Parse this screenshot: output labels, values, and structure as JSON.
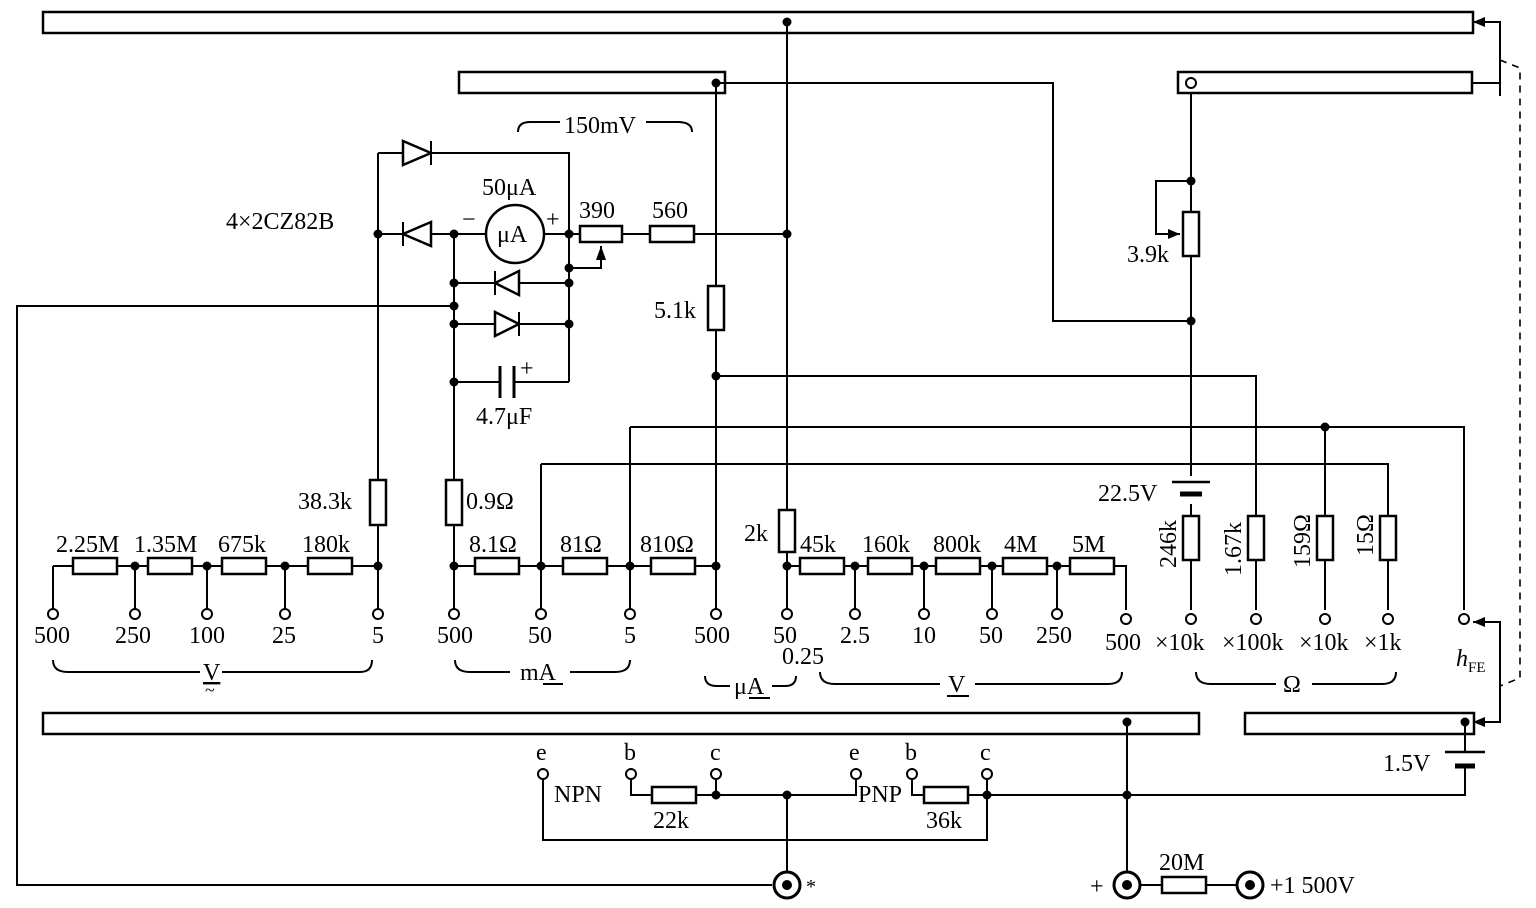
{
  "labels": {
    "voltage_150": "150mV",
    "meter_range": "50μA",
    "meter_symbol": "μA",
    "meter_minus": "−",
    "meter_plus": "+",
    "diodes": "4×2CZ82B",
    "r390": "390",
    "r560": "560",
    "r5_1k": "5.1k",
    "r3_9k": "3.9k",
    "cap_plus": "+",
    "cap_value": "4.7μF",
    "r38_3k": "38.3k",
    "r0_9": "0.9Ω",
    "r2k": "2k",
    "battery_22_5": "22.5V",
    "battery_1_5": "1.5V",
    "r2_25M": "2.25M",
    "r1_35M": "1.35M",
    "r675k": "675k",
    "r180k": "180k",
    "r8_1": "8.1Ω",
    "r81": "81Ω",
    "r810": "810Ω",
    "r45k": "45k",
    "r160k": "160k",
    "r800k": "800k",
    "r4M": "4M",
    "r5M": "5M",
    "r246k": "246k",
    "r1_67k": "1.67k",
    "r159": "159Ω",
    "r15": "15Ω",
    "r22k": "22k",
    "r36k": "36k",
    "r20M": "20M",
    "hfe_h": "h",
    "hfe_sub": "FE",
    "npn": "NPN",
    "pnp": "PNP",
    "pin_e": "e",
    "pin_b": "b",
    "pin_c": "c",
    "common_mark": "*",
    "plus_terminal": "+",
    "hv_terminal": "+1  500V"
  },
  "ranges": {
    "acv": [
      "500",
      "250",
      "100",
      "25",
      "5"
    ],
    "ma": [
      "500",
      "50",
      "5"
    ],
    "ua_500": "500",
    "ua_50": "50",
    "dcv_025": "0.25",
    "dcv": [
      "2.5",
      "10",
      "50",
      "250",
      "500"
    ],
    "ohm": [
      "×10k",
      "×100k",
      "×10k",
      "×1k"
    ]
  },
  "groups": {
    "acv_label": "V",
    "acv_mark": "~",
    "ma_label": "mA",
    "ua_label": "μA",
    "dcv_label": "V",
    "ohm_label": "Ω"
  }
}
